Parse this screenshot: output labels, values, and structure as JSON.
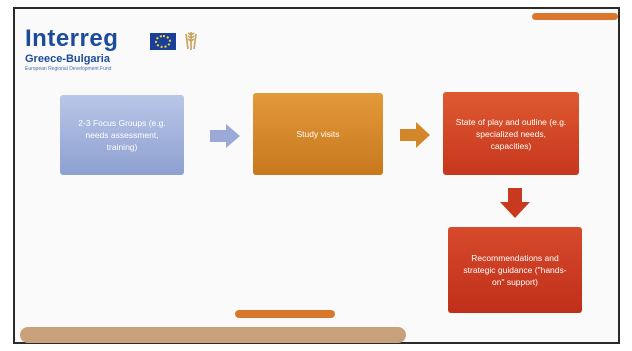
{
  "logo": {
    "brand": "Interreg",
    "program": "Greece-Bulgaria",
    "tagline": "European Regional Development Fund"
  },
  "diagram": {
    "steps": [
      {
        "id": "focus-groups",
        "text": "2-3 Focus Groups (e.g. needs assessment, training)",
        "color": "#9aa9d6"
      },
      {
        "id": "study-visits",
        "text": "Study visits",
        "color": "#d4862a"
      },
      {
        "id": "state-of-play",
        "text": "State of play and outline (e.g. specialized needs, capacities)",
        "color": "#d24827"
      },
      {
        "id": "recommendations",
        "text": "Recommendations and strategic guidance (\"hands-on\" support)",
        "color": "#c9391f"
      }
    ],
    "arrow_colors": [
      "#9aa9d6",
      "#d4862a",
      "#c9391f"
    ]
  },
  "decor": {
    "accent_color": "#d9772c",
    "footer_bar_color": "#c8a17a"
  }
}
